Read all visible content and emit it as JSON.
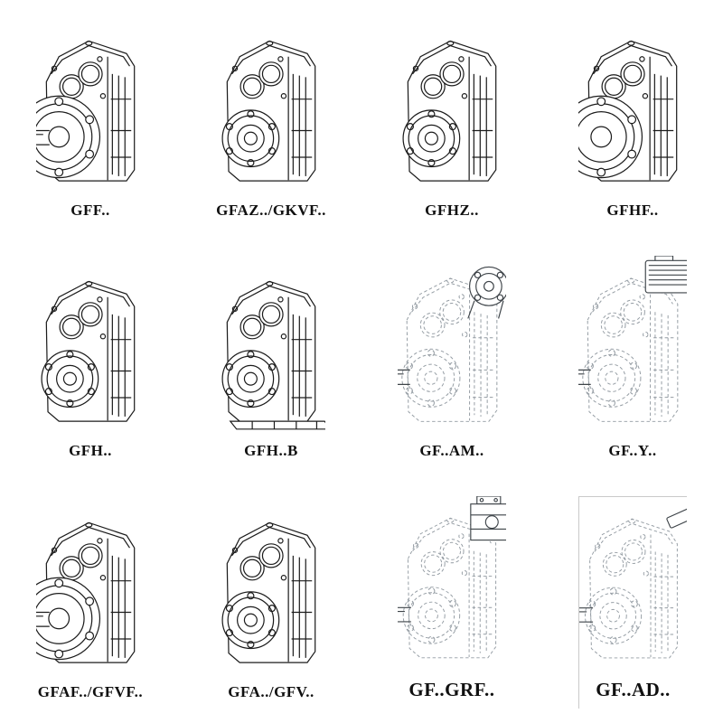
{
  "colors": {
    "background": "#ffffff",
    "solid_line": "#1c1c1c",
    "phantom_line": "#949ca3",
    "attachment_line": "#3d4348",
    "label_text": "#101010"
  },
  "cells": [
    {
      "label": "GFF..",
      "icon": "gearbox-output-flange-shaft-solid"
    },
    {
      "label": "GFAZ../GKVF..",
      "icon": "gearbox-hollow-bore-solid"
    },
    {
      "label": "GFHZ..",
      "icon": "gearbox-hollow-bore-solid"
    },
    {
      "label": "GFHF..",
      "icon": "gearbox-output-flange-solid"
    },
    {
      "label": "GFH..",
      "icon": "gearbox-hollow-bore-solid"
    },
    {
      "label": "GFH..B",
      "icon": "gearbox-hollow-bore-base-solid"
    },
    {
      "label": "GF..AM..",
      "icon": "gearbox-phantom-round-adapter"
    },
    {
      "label": "GF..Y..",
      "icon": "gearbox-phantom-motor-mounted"
    },
    {
      "label": "GFAF../GFVF..",
      "icon": "gearbox-output-flange-shaft-solid"
    },
    {
      "label": "GFA../GFV..",
      "icon": "gearbox-hollow-bore-solid"
    },
    {
      "label": "GF..GRF..",
      "icon": "gearbox-phantom-adapter-block"
    },
    {
      "label": "GF..AD..",
      "icon": "gearbox-phantom-input-shaft"
    }
  ]
}
